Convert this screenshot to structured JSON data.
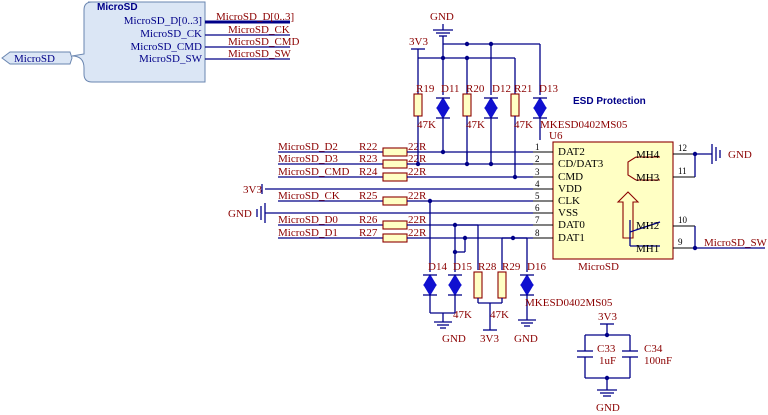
{
  "sheet_symbol": {
    "title": "MicroSD",
    "port_label": "MicroSD",
    "ports": [
      "MicroSD_D[0..3]",
      "MicroSD_CK",
      "MicroSD_CMD",
      "MicroSD_SW"
    ]
  },
  "bus_nets": [
    "MicroSD_D[0..3]",
    "MicroSD_CK",
    "MicroSD_CMD",
    "MicroSD_SW"
  ],
  "power": {
    "gnd": "GND",
    "v33": "3V3"
  },
  "esd_title": "ESD Protection",
  "top_parts": {
    "resistors": [
      {
        "ref": "R19",
        "val": "47K"
      },
      {
        "ref": "R20",
        "val": "47K"
      },
      {
        "ref": "R21",
        "val": "47K"
      }
    ],
    "diodes": [
      "D11",
      "D12",
      "D13"
    ],
    "diode_part": "MKESD0402MS05"
  },
  "connector": {
    "ref": "U6",
    "name": "MicroSD",
    "pins": [
      {
        "num": "1",
        "name": "DAT2"
      },
      {
        "num": "2",
        "name": "CD/DAT3"
      },
      {
        "num": "3",
        "name": "CMD"
      },
      {
        "num": "4",
        "name": "VDD"
      },
      {
        "num": "5",
        "name": "CLK"
      },
      {
        "num": "6",
        "name": "VSS"
      },
      {
        "num": "7",
        "name": "DAT0"
      },
      {
        "num": "8",
        "name": "DAT1"
      }
    ],
    "mh": [
      {
        "num": "12",
        "name": "MH4"
      },
      {
        "num": "11",
        "name": "MH3"
      },
      {
        "num": "10",
        "name": "MH2"
      },
      {
        "num": "9",
        "name": "MH1"
      }
    ]
  },
  "series_resistors": [
    {
      "net": "MicroSD_D2",
      "ref": "R22",
      "val": "22R"
    },
    {
      "net": "MicroSD_D3",
      "ref": "R23",
      "val": "22R"
    },
    {
      "net": "MicroSD_CMD",
      "ref": "R24",
      "val": "22R"
    },
    {
      "net": "MicroSD_CK",
      "ref": "R25",
      "val": "22R"
    },
    {
      "net": "MicroSD_D0",
      "ref": "R26",
      "val": "22R"
    },
    {
      "net": "MicroSD_D1",
      "ref": "R27",
      "val": "22R"
    }
  ],
  "left_power": {
    "v33": "3V3",
    "gnd": "GND"
  },
  "sw_net": "MicroSD_SW",
  "gnd_right": "GND",
  "bottom_parts": {
    "diodes": [
      "D14",
      "D15",
      "D16"
    ],
    "resistors": [
      {
        "ref": "R28",
        "val": "47K"
      },
      {
        "ref": "R29",
        "val": "47K"
      }
    ],
    "diode_part": "MKESD0402MS05",
    "gnd": "GND",
    "v33": "3V3"
  },
  "caps": {
    "v33": "3V3",
    "gnd": "GND",
    "items": [
      {
        "ref": "C33",
        "val": "1uF"
      },
      {
        "ref": "C34",
        "val": "100nF"
      }
    ]
  }
}
